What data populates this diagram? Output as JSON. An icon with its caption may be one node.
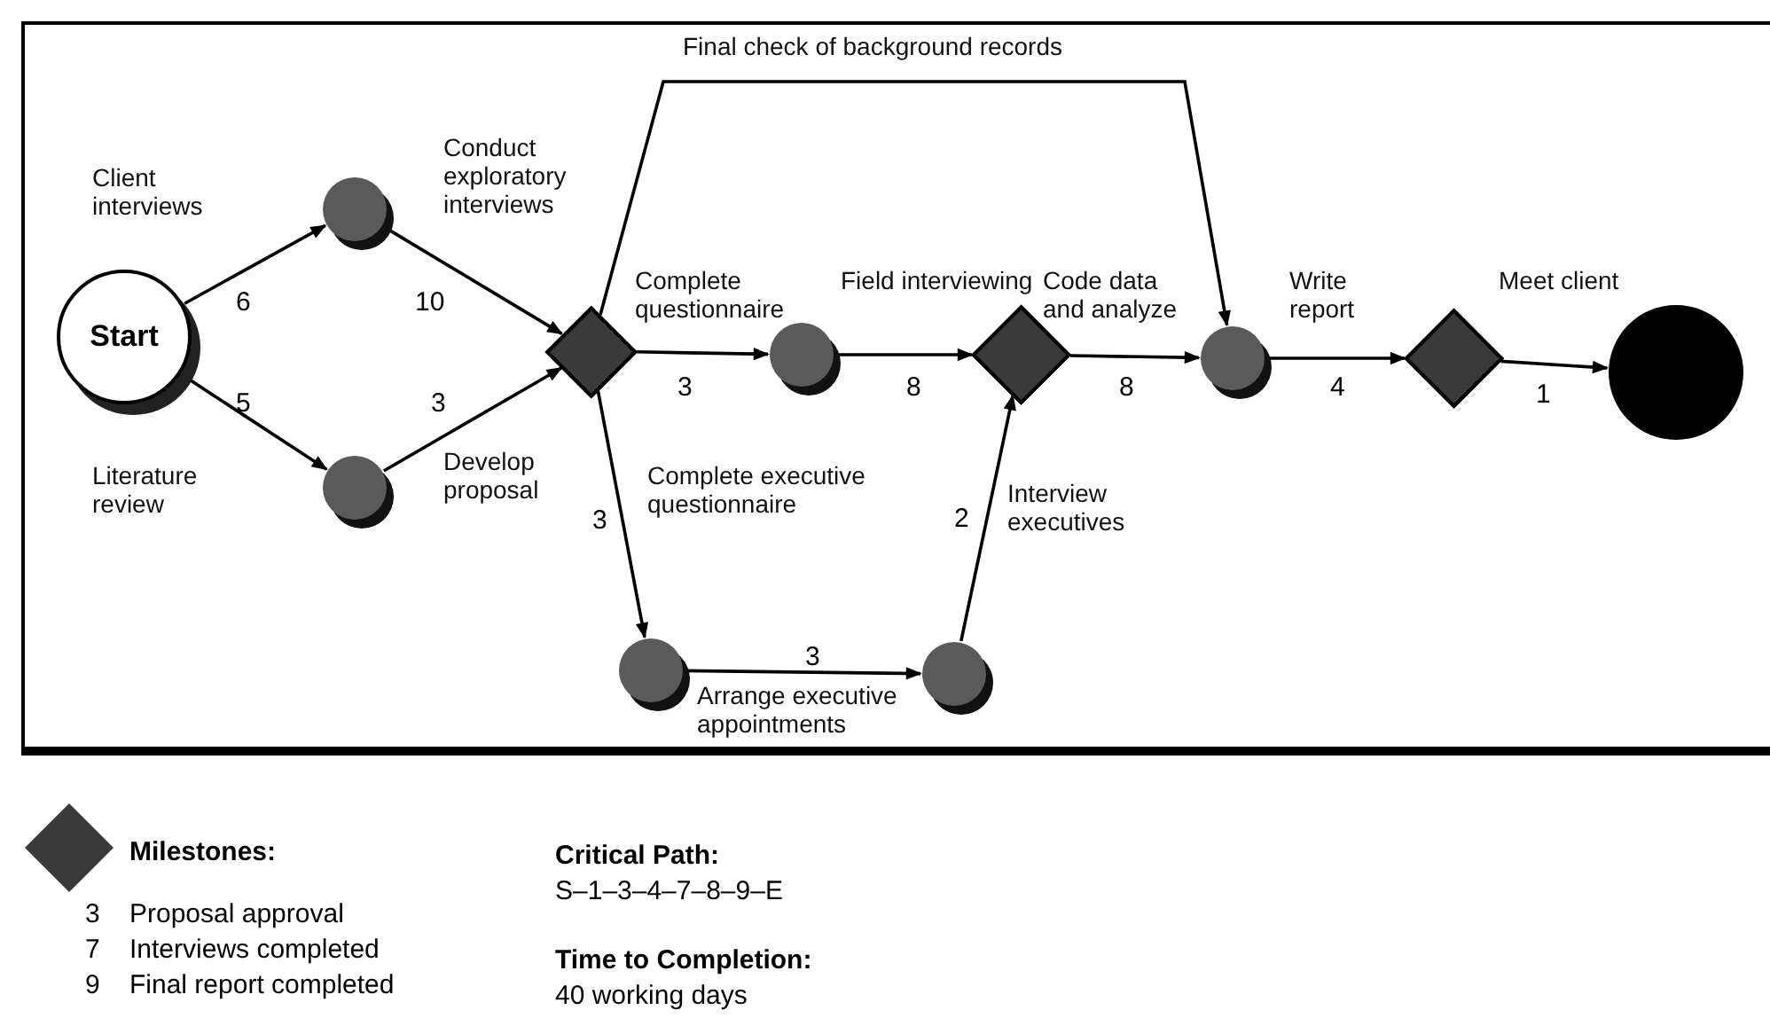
{
  "diagram": {
    "nodes": [
      {
        "text": [
          "Start"
        ]
      },
      {
        "text": [],
        "shape": "circle"
      },
      {
        "text": [],
        "shape": "circle"
      },
      {
        "text": [],
        "shape": "diamond"
      },
      {
        "text": [],
        "shape": "circle"
      },
      {
        "text": [],
        "shape": "diamond"
      },
      {
        "text": [],
        "shape": "circle"
      },
      {
        "text": [],
        "shape": "diamond"
      },
      {
        "text": [],
        "shape": "circle"
      },
      {
        "text": [],
        "shape": "circle"
      },
      {
        "text": [],
        "shape": "circle"
      }
    ],
    "edges": [
      {
        "from": 0,
        "to": 1,
        "arrow": "to",
        "label": "Client interviews"
      },
      {
        "from": 0,
        "to": 2,
        "arrow": "to",
        "label": "Literature review"
      },
      {
        "from": 1,
        "to": 3,
        "arrow": "to",
        "label": "Conduct exploratory interviews"
      },
      {
        "from": 2,
        "to": 3,
        "arrow": "to",
        "label": "Develop proposal"
      },
      {
        "from": 3,
        "to": 4,
        "arrow": "to",
        "label": "Complete questionnaire"
      },
      {
        "from": 3,
        "to": 6,
        "arrow": "to",
        "label": "Final check of background records"
      },
      {
        "from": 3,
        "to": 9,
        "arrow": "to",
        "label": "Complete executive questionnaire"
      },
      {
        "from": 4,
        "to": 5,
        "arrow": "to",
        "label": "Field interviewing"
      },
      {
        "from": 9,
        "to": 10,
        "arrow": "to",
        "label": "Arrange executive appointments"
      },
      {
        "from": 10,
        "to": 5,
        "arrow": "to",
        "label": "Interview executives"
      },
      {
        "from": 5,
        "to": 6,
        "arrow": "to",
        "label": "Code data and analyze"
      },
      {
        "from": 6,
        "to": 7,
        "arrow": "to",
        "label": "Write report"
      },
      {
        "from": 7,
        "to": 8,
        "arrow": "to",
        "label": "Meet client"
      }
    ],
    "labels": [
      "6",
      "5",
      "10",
      "3",
      "3",
      "3",
      "8",
      "3",
      "2",
      "8",
      "4",
      "1",
      "3",
      "Proposal approval",
      "7",
      "Interviews completed",
      "9",
      "Final report completed",
      "Critical Path:",
      "S–1–3–4–7–8–9–E",
      "Time to Completion:",
      "40 working days"
    ],
    "legend": [
      {
        "text": "Milestones:"
      }
    ]
  }
}
